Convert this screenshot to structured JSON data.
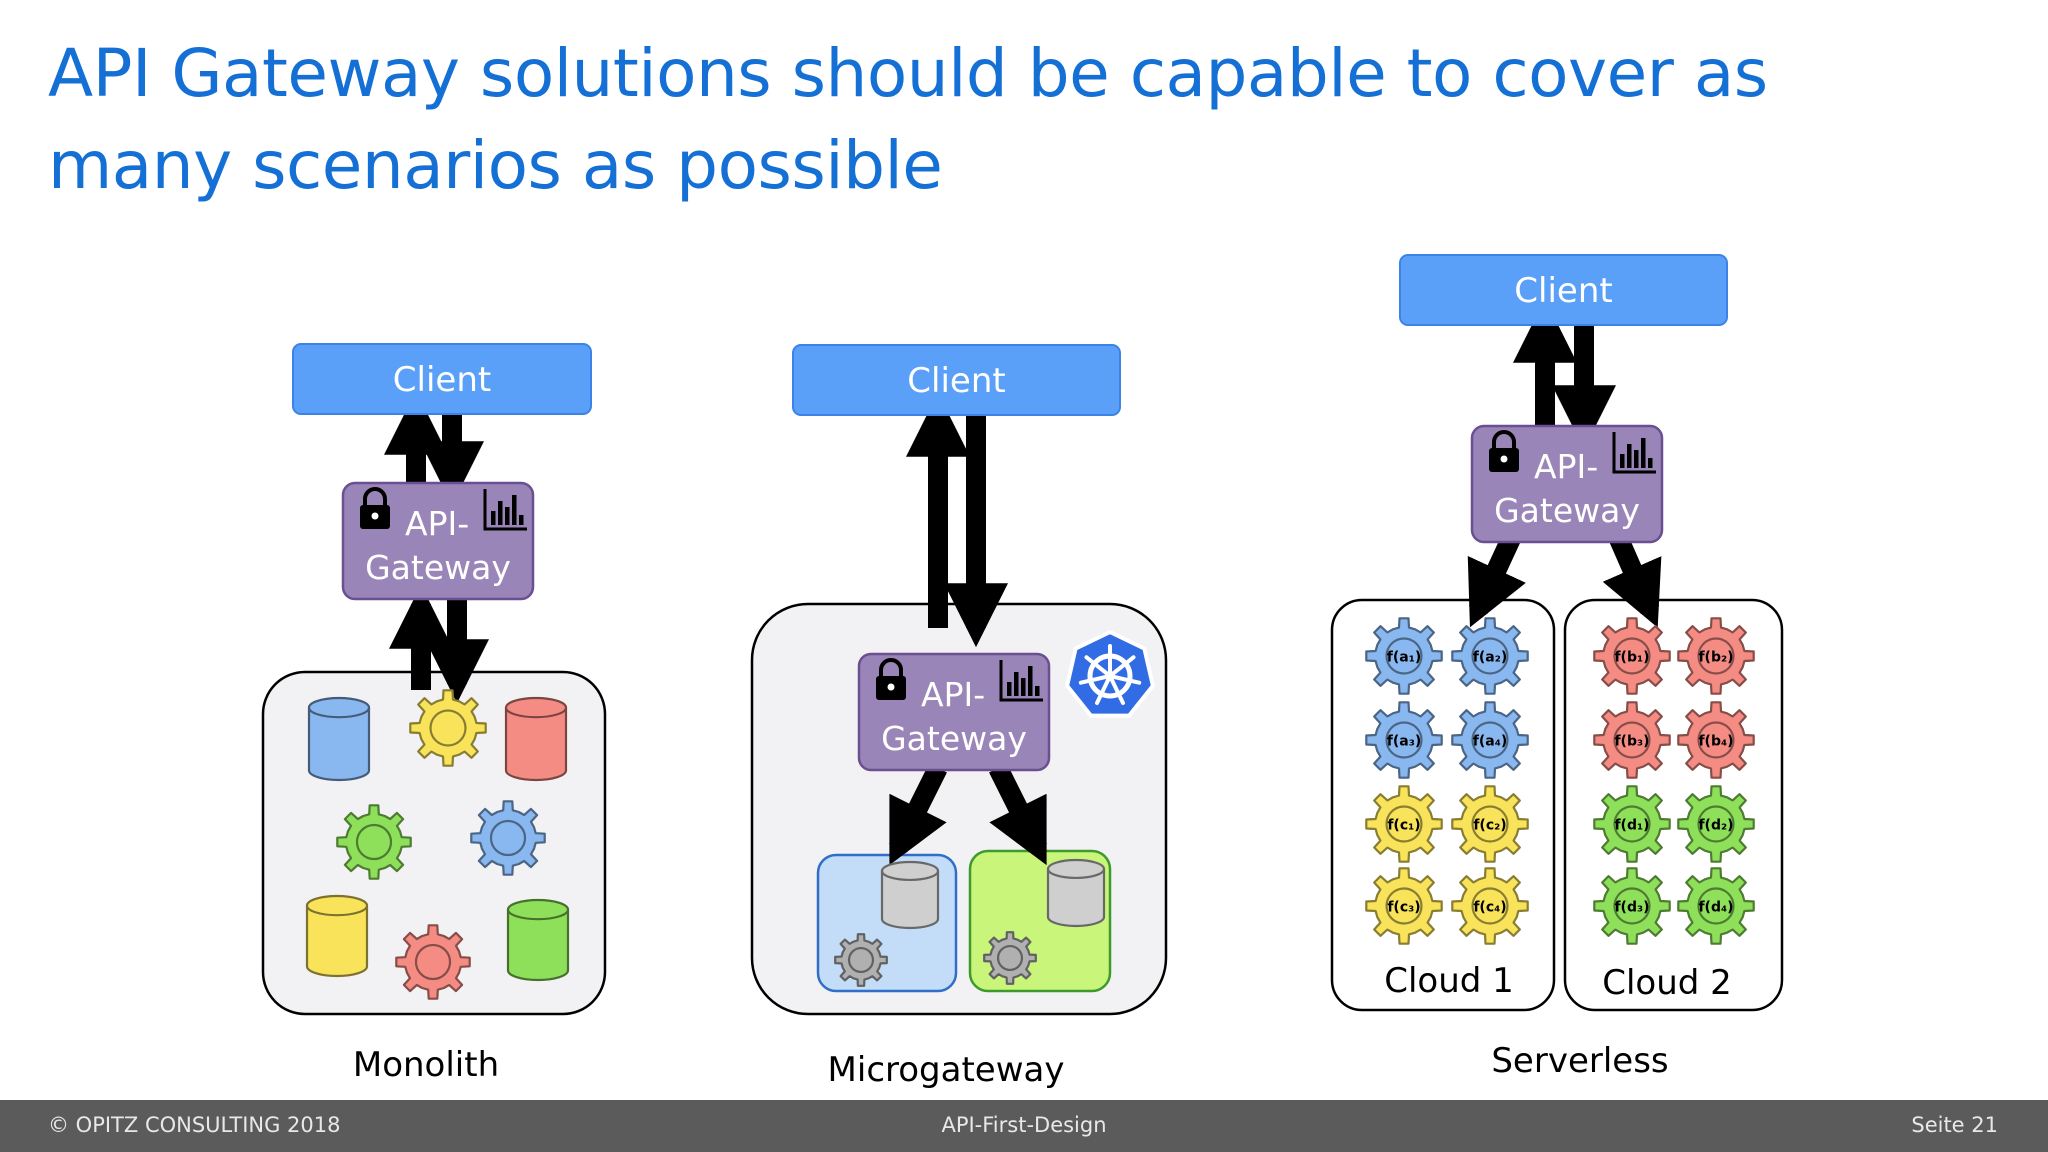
{
  "title": "API Gateway solutions should be capable to cover as many scenarios as possible",
  "labels": {
    "client": "Client",
    "api_line1": "API-",
    "api_line2": "Gateway",
    "monolith": "Monolith",
    "microgateway": "Microgateway",
    "serverless": "Serverless",
    "cloud1": "Cloud 1",
    "cloud2": "Cloud 2"
  },
  "functions": {
    "cloud1": [
      "f(a₁)",
      "f(a₂)",
      "f(a₃)",
      "f(a₄)",
      "f(c₁)",
      "f(c₂)",
      "f(c₃)",
      "f(c₄)"
    ],
    "cloud2": [
      "f(b₁)",
      "f(b₂)",
      "f(b₃)",
      "f(b₄)",
      "f(d₁)",
      "f(d₂)",
      "f(d₃)",
      "f(d₄)"
    ]
  },
  "footer": {
    "copyright": "© OPITZ CONSULTING 2018",
    "center": "API-First-Design",
    "page": "Seite 21"
  },
  "icons": [
    "lock-icon",
    "bar-chart-icon",
    "kubernetes-icon",
    "gear-icon",
    "database-icon"
  ],
  "colors": {
    "title": "#1570D6",
    "client_fill": "#5AA0F8",
    "gateway_fill": "#9A85B8",
    "gear_blue": "#89B8F0",
    "gear_red": "#F58C84",
    "gear_yellow": "#F8E35A",
    "gear_green": "#8EE05A"
  }
}
